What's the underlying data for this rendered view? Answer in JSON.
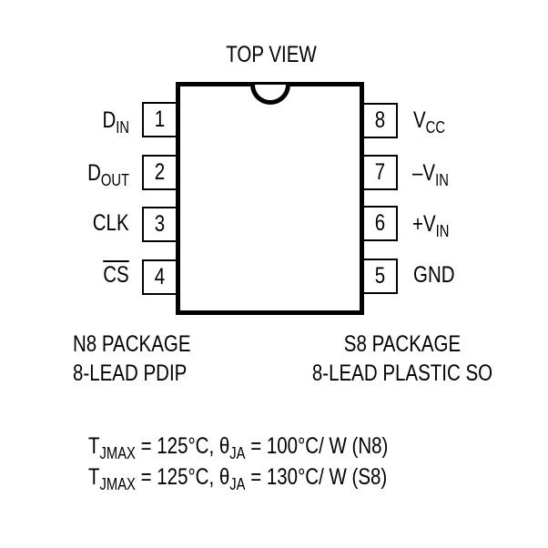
{
  "title": "TOP VIEW",
  "pins_left": [
    {
      "num": "1",
      "label": "D",
      "sub": "IN",
      "overline": false
    },
    {
      "num": "2",
      "label": "D",
      "sub": "OUT",
      "overline": false
    },
    {
      "num": "3",
      "label": "CLK",
      "sub": "",
      "overline": false
    },
    {
      "num": "4",
      "label": "CS",
      "sub": "",
      "overline": true
    }
  ],
  "pins_right": [
    {
      "num": "8",
      "label": "V",
      "sub": "CC"
    },
    {
      "num": "7",
      "label": "–V",
      "sub": "IN"
    },
    {
      "num": "6",
      "label": "+V",
      "sub": "IN"
    },
    {
      "num": "5",
      "label": "GND",
      "sub": ""
    }
  ],
  "packages": {
    "n8": {
      "line1": "N8 PACKAGE",
      "line2": "8-LEAD PDIP"
    },
    "s8": {
      "line1": "S8 PACKAGE",
      "line2": "8-LEAD PLASTIC SO"
    }
  },
  "thermal": [
    {
      "t": "T",
      "t_sub": "JMAX",
      "mid": " = 125°C, θ",
      "theta_sub": "JA",
      "rest": " = 100°C/ W (N8)"
    },
    {
      "t": "T",
      "t_sub": "JMAX",
      "mid": " = 125°C, θ",
      "theta_sub": "JA",
      "rest": " = 130°C/ W (S8)"
    }
  ]
}
